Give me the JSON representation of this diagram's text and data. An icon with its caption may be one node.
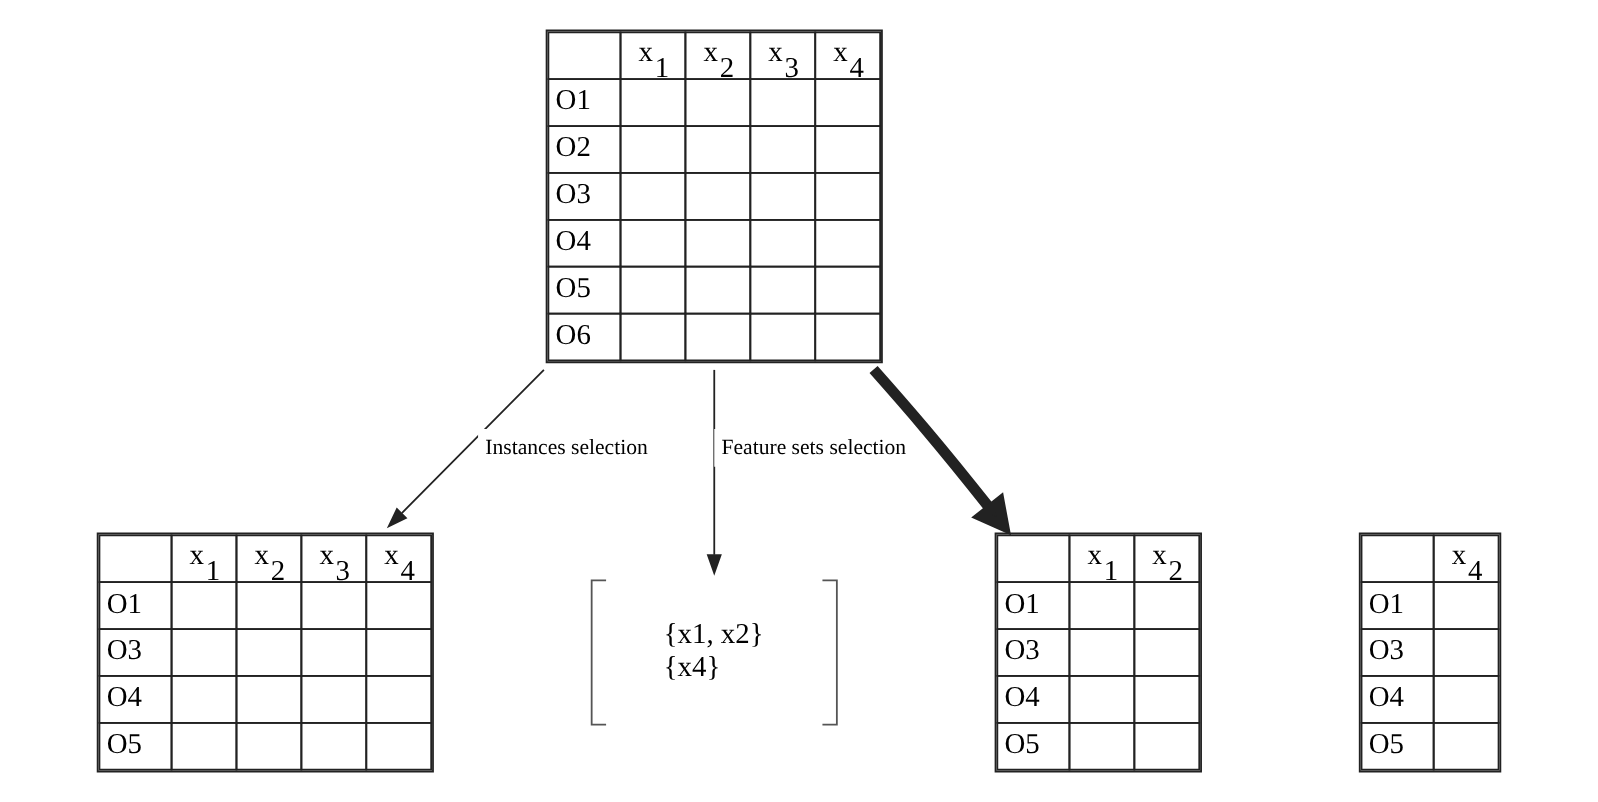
{
  "diagram": {
    "nodes": [
      {
        "text": [
          "x$_{1}$",
          "x$_{2}$",
          "x$_{3}$",
          "x$_{4}$",
          "O1",
          "O2",
          "O3",
          "O4",
          "O5",
          "O6"
        ]
      },
      {
        "text": [
          "x$_{1}$",
          "x$_{2}$",
          "x$_{3}$",
          "x$_{4}$",
          "O1",
          "O3",
          "O4",
          "O5"
        ]
      },
      {
        "text": [
          "{x1, x2}",
          "{x4}"
        ]
      },
      {
        "text": [
          "x$_{1}$",
          "x$_{2}$",
          "O1",
          "O3",
          "O4",
          "O5"
        ]
      },
      {
        "text": [
          "x$_{4}$",
          "O1",
          "O3",
          "O4",
          "O5"
        ]
      }
    ],
    "edges": [
      {
        "from": 0,
        "to": 1,
        "arrow": "to",
        "label": "Instances selection"
      },
      {
        "from": 0,
        "to": 2,
        "arrow": "to",
        "label": "Feature sets selection"
      },
      {
        "from": 0,
        "to": 3,
        "arrow": "to",
        "style": "thick"
      }
    ]
  }
}
